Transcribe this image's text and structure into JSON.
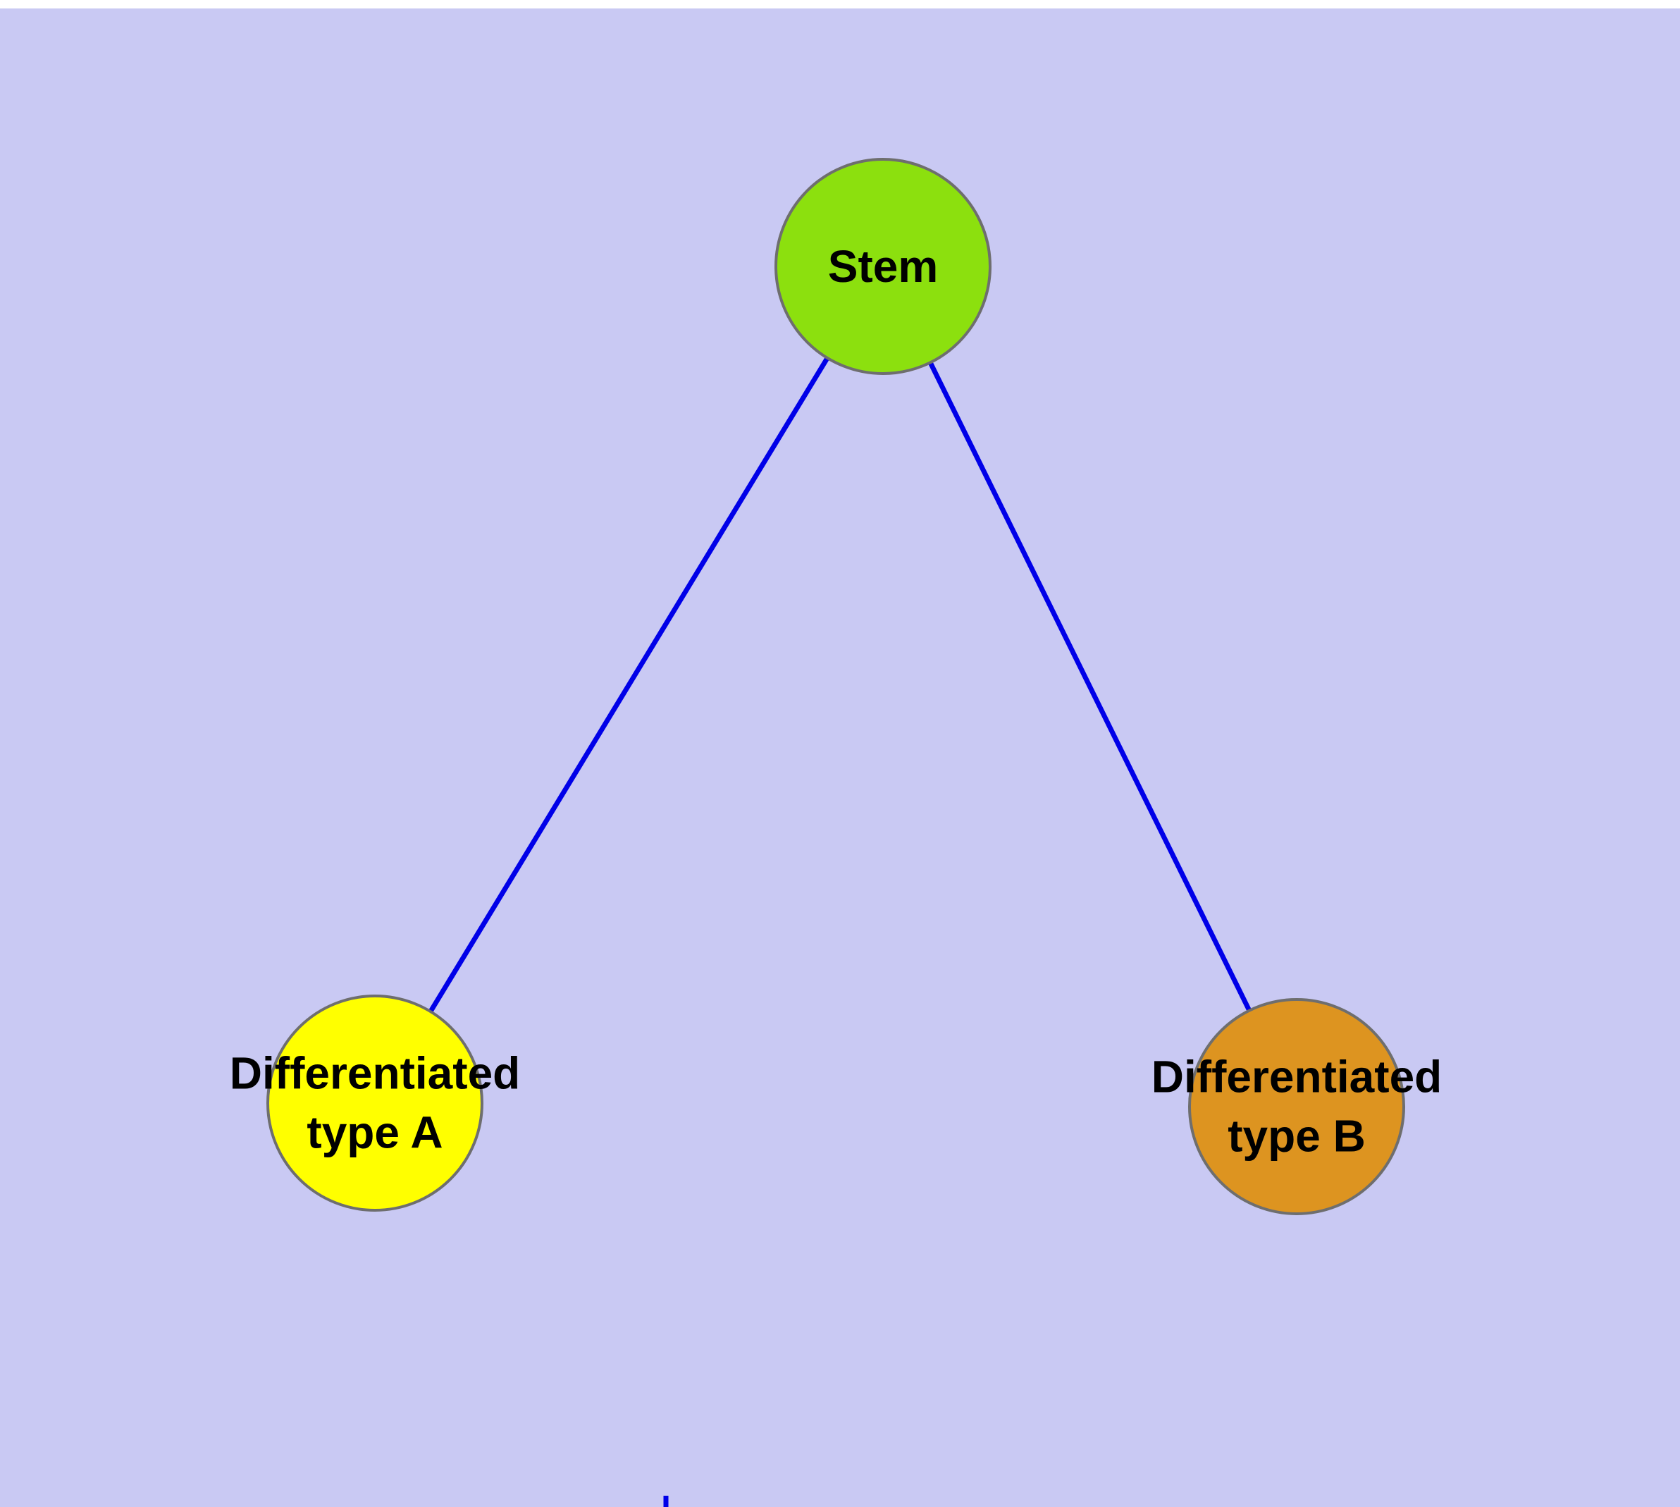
{
  "diagram": {
    "background_color": "#c9c9f3",
    "edge_color": "#0000e8",
    "node_border_color": "#6e6e6e",
    "text_color": "#000000",
    "nodes": [
      {
        "id": "stem",
        "label": "Stem",
        "fill": "#8ce00e"
      },
      {
        "id": "differentiated-type-a",
        "label": "Differentiated\ntype A",
        "fill": "#ffff00"
      },
      {
        "id": "differentiated-type-b",
        "label": "Differentiated\ntype B",
        "fill": "#dd9420"
      }
    ],
    "edges": [
      {
        "from": "stem",
        "to": "differentiated-type-a"
      },
      {
        "from": "stem",
        "to": "differentiated-type-b"
      }
    ]
  }
}
